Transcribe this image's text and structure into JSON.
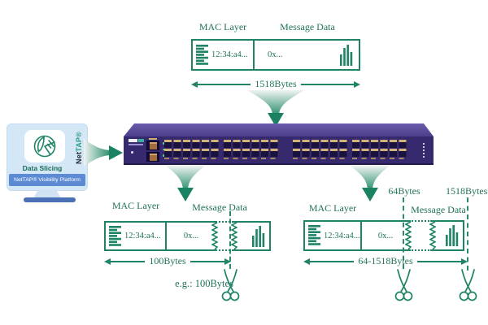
{
  "colors": {
    "accent_green": "#1f8467",
    "text_green": "#20735a",
    "switch_front": "#37296d",
    "switch_top": "#5b4b9b",
    "port_label_gold": "#d2b377",
    "monitor_screen_blue": "#d4e7f7",
    "banner_blue": "#5c8bd4",
    "stand_blue": "#4a70b6"
  },
  "icons": {
    "monitor_icon": "pie-slices",
    "packet_mac_icon": "address-rows",
    "packet_payload_icon": "signal-bars",
    "flow_icon": "funnel-arrow",
    "cut_icon": "scissors"
  },
  "monitor": {
    "icon_label": "Data Slicing",
    "brand_net": "Net",
    "brand_tap": "TAP®",
    "banner": "NetTAP® Visibility Platform"
  },
  "packet_top": {
    "mac_label": "MAC Layer",
    "data_label": "Message Data",
    "mac_value": "12:34:a4...",
    "data_value": "0x...",
    "size": "1518Bytes"
  },
  "packet_left": {
    "mac_label": "MAC Layer",
    "data_label": "Message Data",
    "mac_value": "12:34:a4...",
    "data_value": "0x...",
    "size": "100Bytes",
    "example": "e.g.:  100Bytes"
  },
  "packet_right": {
    "mac_label": "MAC Layer",
    "data_label": "Message Data",
    "mac_value": "12:34:a4...",
    "data_value": "0x...",
    "size": "64-1518Bytes",
    "cut_min": "64Bytes",
    "cut_max": "1518Bytes"
  }
}
